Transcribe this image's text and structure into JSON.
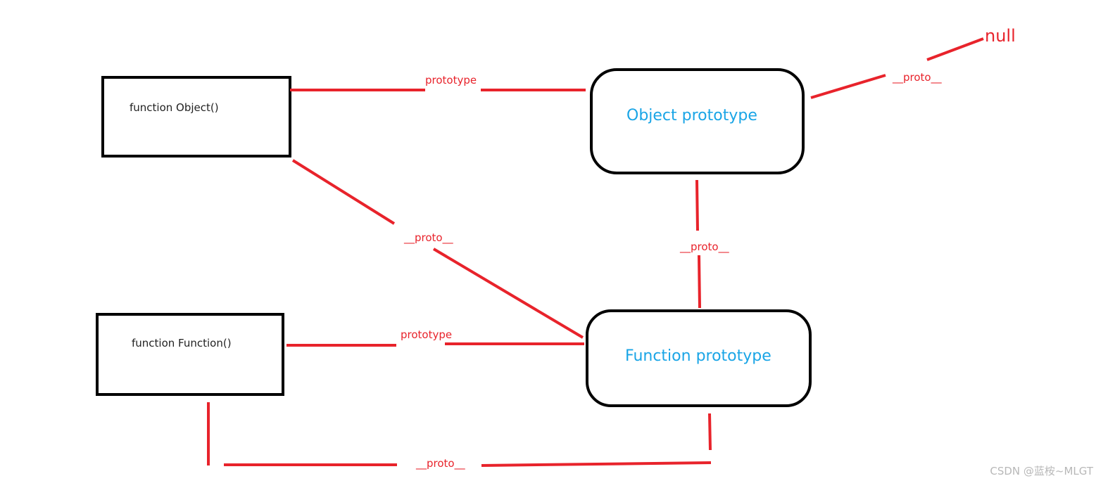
{
  "colors": {
    "edge": "#e8232b",
    "box_stroke": "#000000",
    "box_text": "#222222",
    "node_title": "#1aa5e6",
    "watermark": "#b8b8b8"
  },
  "nodes": {
    "object_function": "function Object()",
    "function_function": "function Function()",
    "object_prototype": "Object prototype",
    "function_prototype": "Function prototype",
    "null": "null"
  },
  "edges": {
    "object_to_object_prototype": "prototype",
    "object_prototype_to_null": "__proto__",
    "object_to_function_prototype": "__proto__",
    "function_prototype_to_object_prototype": "__proto__",
    "function_to_function_prototype": "prototype",
    "function_to_function_prototype_bottom": "__proto__"
  },
  "watermark": "CSDN @蓝桉~MLGT"
}
